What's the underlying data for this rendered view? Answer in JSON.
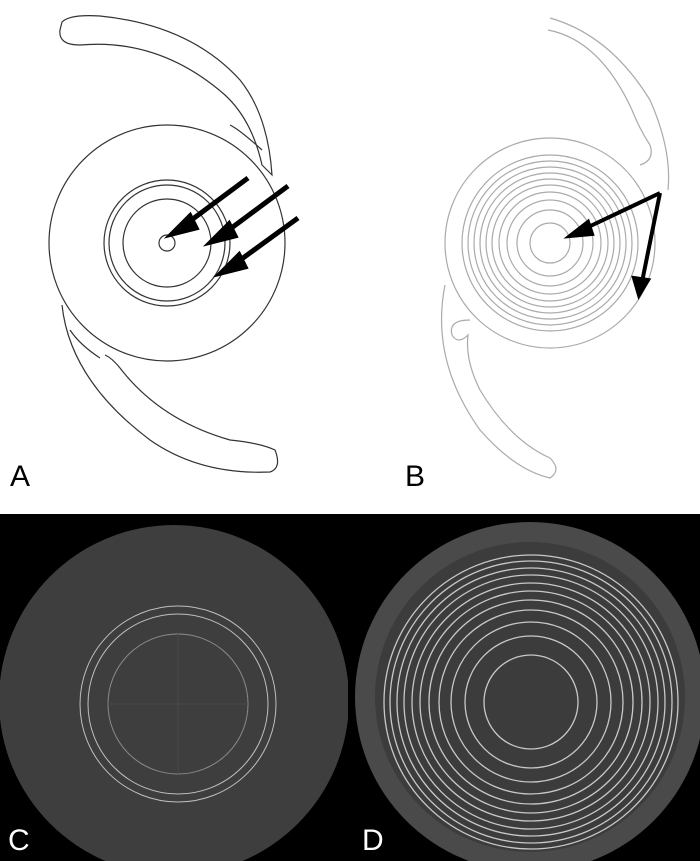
{
  "figure": {
    "panels": [
      {
        "id": "A",
        "label": "A",
        "description": "Line drawing of trifocal intraocular lens with haptics; three arrows point to central diffractive zone rings",
        "arrow_count": 3
      },
      {
        "id": "B",
        "label": "B",
        "description": "Line drawing of multifocal intraocular lens with many concentric diffractive rings; two arrows from a common point",
        "arrow_count": 2
      },
      {
        "id": "C",
        "label": "C",
        "description": "Grayscale image of lens optic showing three central concentric rings"
      },
      {
        "id": "D",
        "label": "D",
        "description": "Grayscale image of lens optic showing many concentric rings across the optic"
      }
    ]
  },
  "colors": {
    "line_a": "#333333",
    "line_b": "#9a9a9a",
    "arrow": "#000000",
    "photo_bg": "#000000",
    "photo_disc": "#3e3e3e",
    "photo_ring": "#c8c8c8"
  }
}
